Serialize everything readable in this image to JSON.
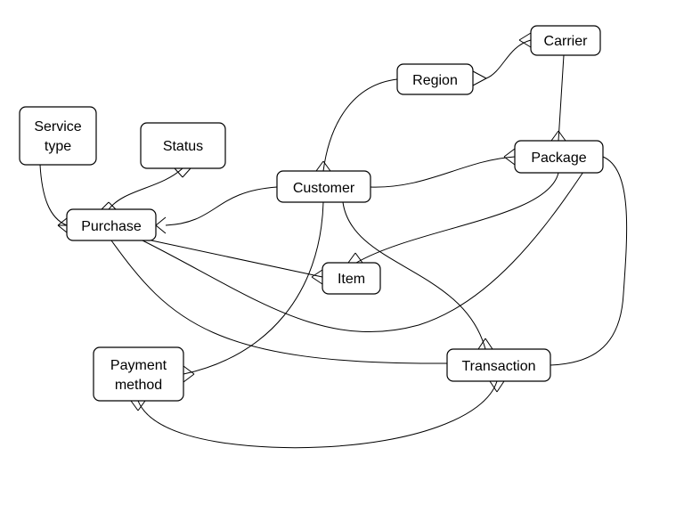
{
  "diagram": {
    "type": "entity-relationship",
    "entities": [
      {
        "id": "service_type",
        "label": [
          "Service",
          "type"
        ]
      },
      {
        "id": "status",
        "label": [
          "Status"
        ]
      },
      {
        "id": "purchase",
        "label": [
          "Purchase"
        ]
      },
      {
        "id": "customer",
        "label": [
          "Customer"
        ]
      },
      {
        "id": "region",
        "label": [
          "Region"
        ]
      },
      {
        "id": "carrier",
        "label": [
          "Carrier"
        ]
      },
      {
        "id": "package",
        "label": [
          "Package"
        ]
      },
      {
        "id": "item",
        "label": [
          "Item"
        ]
      },
      {
        "id": "payment_method",
        "label": [
          "Payment",
          "method"
        ]
      },
      {
        "id": "transaction",
        "label": [
          "Transaction"
        ]
      }
    ],
    "relationships": [
      {
        "id": "service_type-purchase",
        "from": "service_type",
        "to": "purchase",
        "many_end": "purchase"
      },
      {
        "id": "status-purchase",
        "from": "status",
        "to": "purchase",
        "many_end": "both"
      },
      {
        "id": "customer-purchase",
        "from": "customer",
        "to": "purchase",
        "many_end": "purchase"
      },
      {
        "id": "customer-region",
        "from": "customer",
        "to": "region",
        "many_end": "customer"
      },
      {
        "id": "carrier-region",
        "from": "carrier",
        "to": "region",
        "many_end": "both"
      },
      {
        "id": "carrier-package",
        "from": "carrier",
        "to": "package",
        "many_end": "package"
      },
      {
        "id": "customer-package",
        "from": "customer",
        "to": "package",
        "many_end": "package"
      },
      {
        "id": "purchase-item",
        "from": "purchase",
        "to": "item",
        "many_end": "item"
      },
      {
        "id": "package-item",
        "from": "package",
        "to": "item",
        "many_end": "item"
      },
      {
        "id": "customer-payment_method",
        "from": "customer",
        "to": "payment_method",
        "many_end": "payment_method"
      },
      {
        "id": "customer-transaction",
        "from": "customer",
        "to": "transaction",
        "many_end": "transaction"
      },
      {
        "id": "purchase-transaction",
        "from": "purchase",
        "to": "transaction",
        "many_end": "none"
      },
      {
        "id": "purchase-package",
        "from": "purchase",
        "to": "package",
        "many_end": "none"
      },
      {
        "id": "package-transaction",
        "from": "package",
        "to": "transaction",
        "many_end": "none"
      },
      {
        "id": "payment_method-transaction",
        "from": "payment_method",
        "to": "transaction",
        "many_end": "both"
      }
    ]
  }
}
